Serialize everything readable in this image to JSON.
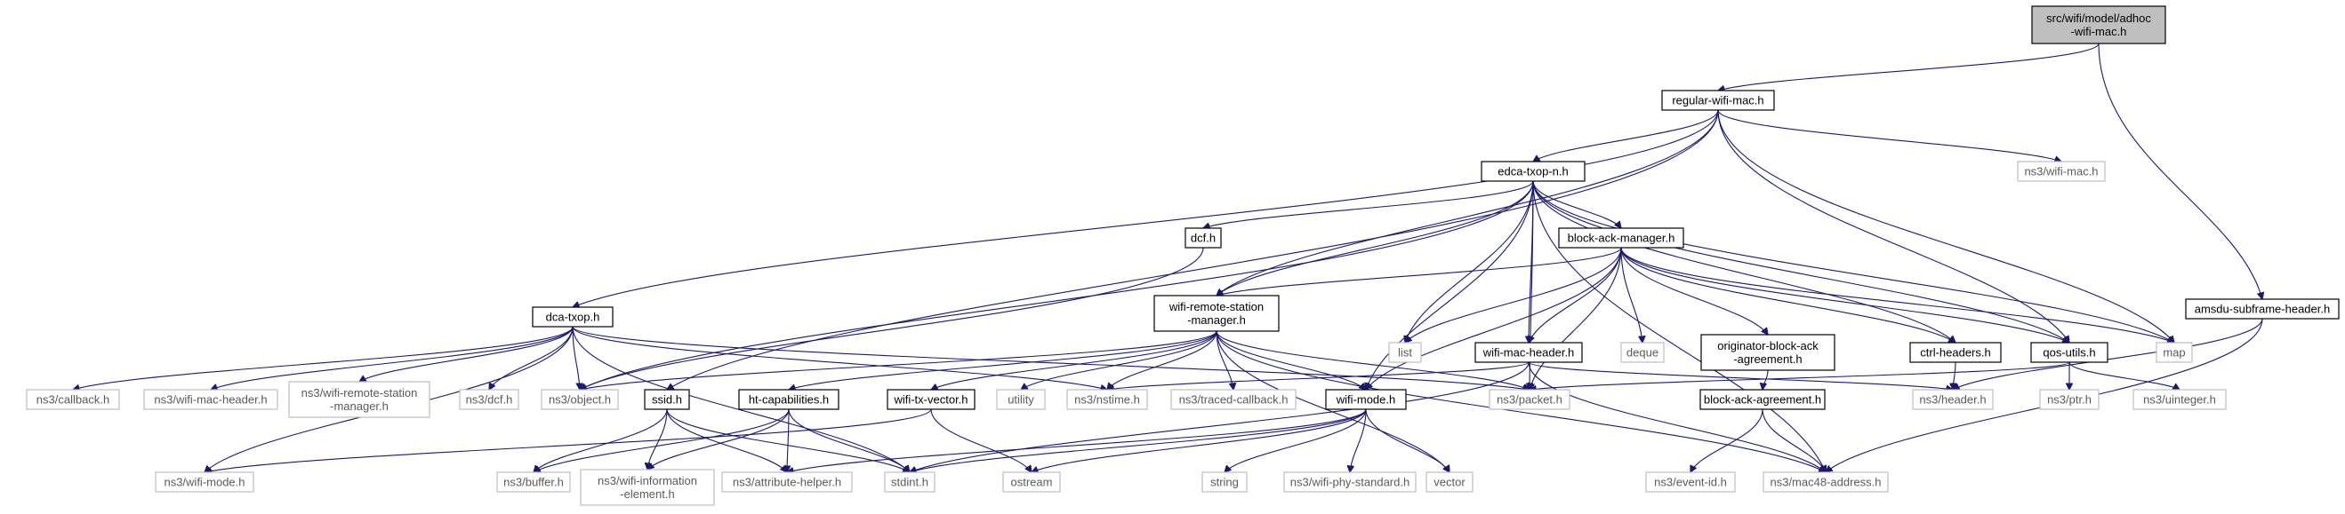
{
  "graph": {
    "root": "src/wifi/model/adhoc-wifi-mac.h",
    "nodes": {
      "root": "src/wifi/model/adhoc\n-wifi-mac.h",
      "regular": "regular-wifi-mac.h",
      "amsdu": "amsdu-subframe-header.h",
      "edca": "edca-txop-n.h",
      "nswifimac": "ns3/wifi-mac.h",
      "dcf": "dcf.h",
      "bam": "block-ack-manager.h",
      "dca": "dca-txop.h",
      "wrsm": "wifi-remote-station\n-manager.h",
      "list": "list",
      "deque": "deque",
      "wmh": "wifi-mac-header.h",
      "oba": "originator-block-ack\n-agreement.h",
      "ctrl": "ctrl-headers.h",
      "qos": "qos-utils.h",
      "map": "map",
      "nscallback": "ns3/callback.h",
      "nswmh": "ns3/wifi-mac-header.h",
      "nswrsm": "ns3/wifi-remote-station\n-manager.h",
      "nsdcf": "ns3/dcf.h",
      "nsobject": "ns3/object.h",
      "ssid": "ssid.h",
      "htcap": "ht-capabilities.h",
      "wtv": "wifi-tx-vector.h",
      "utility": "utility",
      "nsnstime": "ns3/nstime.h",
      "nstraced": "ns3/traced-callback.h",
      "wifimode": "wifi-mode.h",
      "nspacket": "ns3/packet.h",
      "baa": "block-ack-agreement.h",
      "nsheader": "ns3/header.h",
      "nsptr": "ns3/ptr.h",
      "nsuint": "ns3/uinteger.h",
      "nswifimode": "ns3/wifi-mode.h",
      "nsbuffer": "ns3/buffer.h",
      "nswie": "ns3/wifi-information\n-element.h",
      "nsattr": "ns3/attribute-helper.h",
      "stdint": "stdint.h",
      "ostream": "ostream",
      "string": "string",
      "nsphystd": "ns3/wifi-phy-standard.h",
      "vector": "vector",
      "nseventid": "ns3/event-id.h",
      "nsmac48": "ns3/mac48-address.h"
    }
  }
}
